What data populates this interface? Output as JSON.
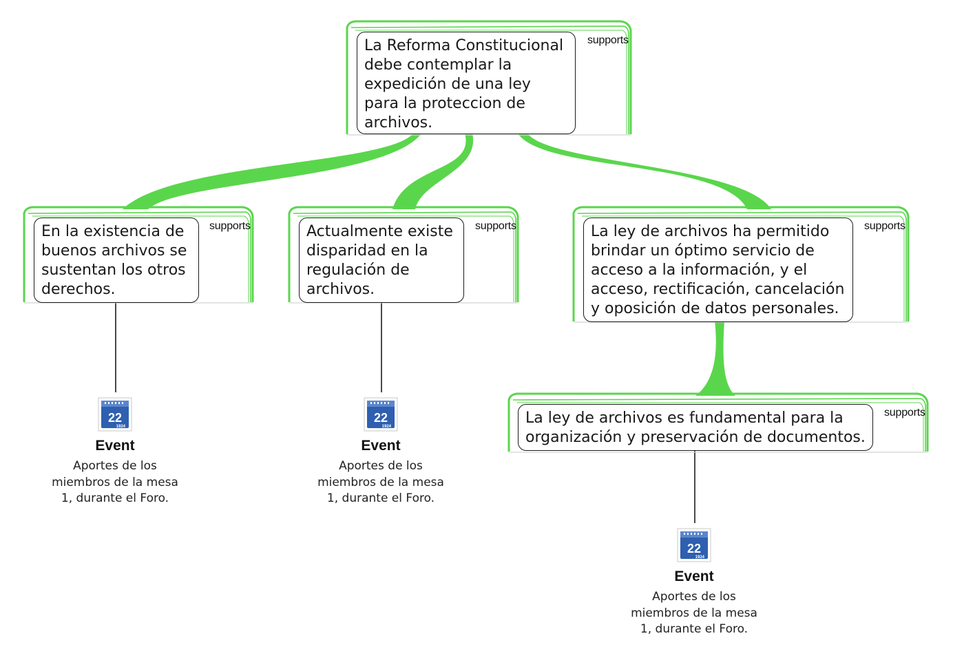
{
  "colors": {
    "accent_green": "#5ad64c",
    "box_border": "#1a1a1a",
    "icon_blue": "#2e5fb0"
  },
  "root": {
    "label": "supports",
    "text": "La Reforma Constitucional debe contemplar la expedición de una ley para la proteccion de archivos."
  },
  "reasons": [
    {
      "label": "supports",
      "text": "En la existencia de buenos archivos se sustentan los otros derechos."
    },
    {
      "label": "supports",
      "text": "Actualmente existe disparidad en la regulación de archivos."
    },
    {
      "label": "supports",
      "text": "La ley de archivos ha permitido brindar un óptimo servicio de acceso a la información, y el acceso, rectificación, cancelación y oposición de datos personales."
    }
  ],
  "subreason": {
    "label": "supports",
    "text": "La ley de archivos es fundamental para la organización y preservación de documentos."
  },
  "evidence": [
    {
      "icon": "calendar-icon",
      "day": "22",
      "year": "1924",
      "title": "Event",
      "description": "Aportes de los miembros de la mesa 1, durante el Foro."
    },
    {
      "icon": "calendar-icon",
      "day": "22",
      "year": "1924",
      "title": "Event",
      "description": "Aportes de los miembros de la mesa 1, durante el Foro."
    },
    {
      "icon": "calendar-icon",
      "day": "22",
      "year": "1924",
      "title": "Event",
      "description": "Aportes de los miembros de la mesa 1, durante el Foro."
    }
  ]
}
